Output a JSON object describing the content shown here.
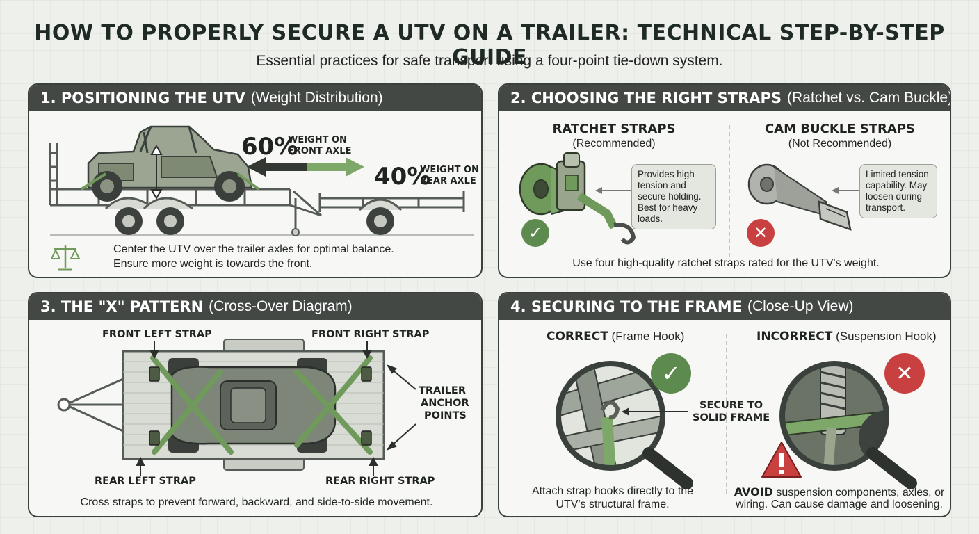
{
  "header": {
    "title": "HOW TO PROPERLY SECURE A UTV ON A TRAILER: TECHNICAL STEP-BY-STEP GUIDE",
    "subtitle": "Essential practices for safe transport using a four-point tie-down system."
  },
  "panel1": {
    "heading": "1. POSITIONING THE UTV",
    "heading_sub": "(Weight Distribution)",
    "front_pct": "60%",
    "front_label_1": "WEIGHT ON",
    "front_label_2": "FRONT AXLE",
    "rear_pct": "40%",
    "rear_label_1": "WEIGHT ON",
    "rear_label_2": "REAR AXLE",
    "caption_1": "Center the UTV over the trailer axles for optimal balance.",
    "caption_2": "Ensure more weight is towards the front."
  },
  "panel2": {
    "heading": "2. CHOOSING THE RIGHT STRAPS",
    "heading_sub": "(Ratchet vs. Cam Buckle)",
    "left_title": "RATCHET STRAPS",
    "left_sub": "(Recommended)",
    "left_note": "Provides high tension and secure holding. Best for heavy loads.",
    "right_title": "CAM BUCKLE STRAPS",
    "right_sub": "(Not Recommended)",
    "right_note": "Limited tension capability. May loosen during transport.",
    "caption": "Use four high-quality ratchet straps rated for the UTV's weight."
  },
  "panel3": {
    "heading": "3. THE \"X\" PATTERN",
    "heading_sub": "(Cross-Over Diagram)",
    "front_left": "FRONT LEFT STRAP",
    "front_right": "FRONT RIGHT STRAP",
    "rear_left": "REAR LEFT STRAP",
    "rear_right": "REAR RIGHT STRAP",
    "anchor_1": "TRAILER",
    "anchor_2": "ANCHOR",
    "anchor_3": "POINTS",
    "caption": "Cross straps to prevent forward, backward, and side-to-side movement."
  },
  "panel4": {
    "heading": "4. SECURING TO THE FRAME",
    "heading_sub": "(Close-Up View)",
    "correct_title": "CORRECT",
    "correct_sub": "(Frame Hook)",
    "incorrect_title": "INCORRECT",
    "incorrect_sub": "(Suspension Hook)",
    "secure_1": "SECURE TO",
    "secure_2": "SOLID FRAME",
    "correct_caption_1": "Attach strap hooks directly to the",
    "correct_caption_2": "UTV's structural frame.",
    "incorrect_caption_bold": "AVOID",
    "incorrect_caption_1": " suspension components, axles, or",
    "incorrect_caption_2": "wiring. Can cause damage and loosening."
  },
  "icons": {
    "balance": "balance-scale-icon",
    "check": "check-icon",
    "cross": "x-icon",
    "warning": "warning-icon"
  },
  "colors": {
    "header_bar": "#434845",
    "accent_green": "#5d8a4e",
    "strap_green": "#6f9a5b",
    "error_red": "#c94040"
  }
}
